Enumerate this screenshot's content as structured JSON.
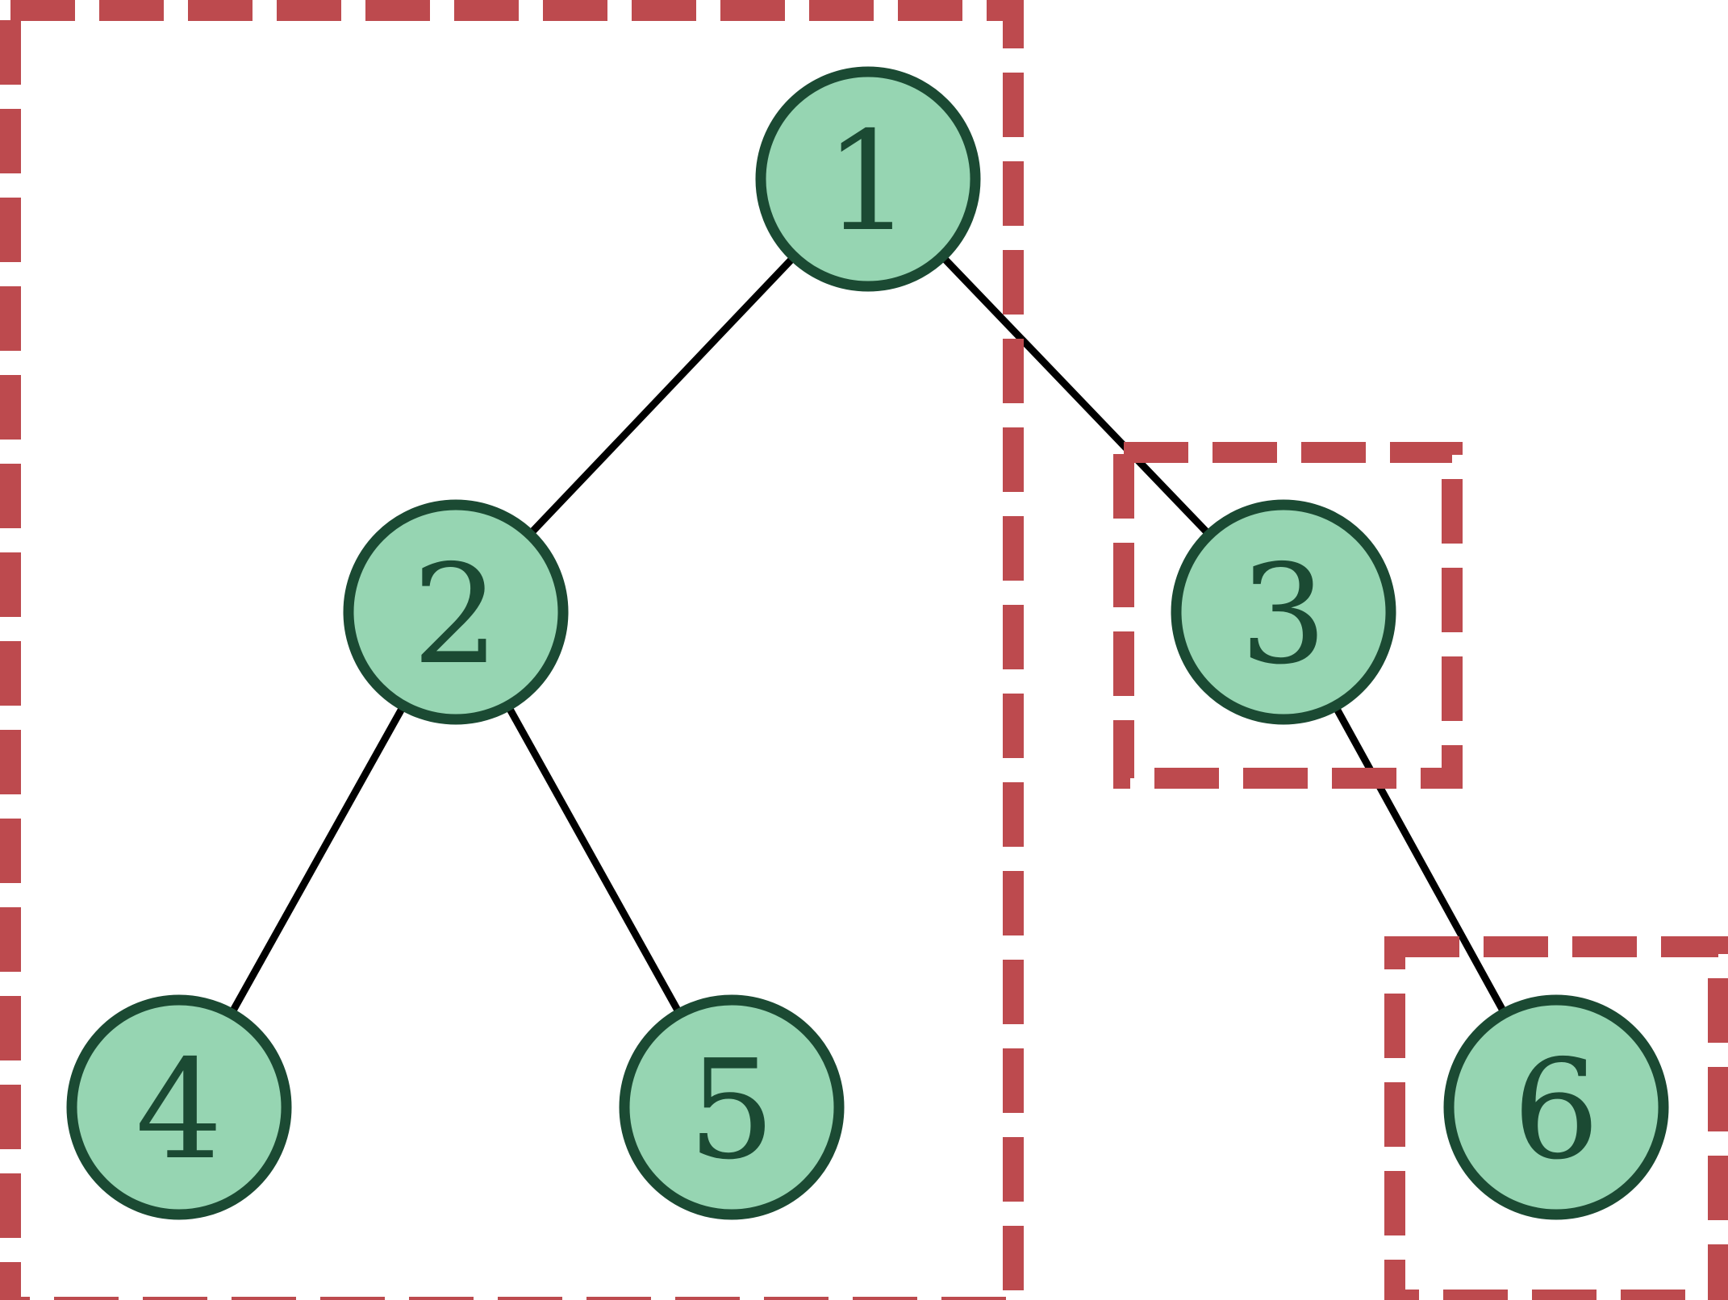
{
  "colors": {
    "node_fill": "#96d5b2",
    "node_stroke": "#1b4a33",
    "label": "#1b4a33",
    "edge": "#000000",
    "highlight": "#bd4a4e",
    "background": "#ffffff"
  },
  "tree": {
    "nodes": [
      {
        "id": "1",
        "label": "1"
      },
      {
        "id": "2",
        "label": "2"
      },
      {
        "id": "3",
        "label": "3"
      },
      {
        "id": "4",
        "label": "4"
      },
      {
        "id": "5",
        "label": "5"
      },
      {
        "id": "6",
        "label": "6"
      }
    ],
    "edges": [
      {
        "from": "1",
        "to": "2"
      },
      {
        "from": "1",
        "to": "3"
      },
      {
        "from": "2",
        "to": "4"
      },
      {
        "from": "2",
        "to": "5"
      },
      {
        "from": "3",
        "to": "6"
      }
    ],
    "groups": [
      {
        "id": "left-subtree",
        "members": [
          "1",
          "2",
          "4",
          "5"
        ]
      },
      {
        "id": "node-3",
        "members": [
          "3"
        ]
      },
      {
        "id": "node-6",
        "members": [
          "6"
        ]
      }
    ]
  }
}
